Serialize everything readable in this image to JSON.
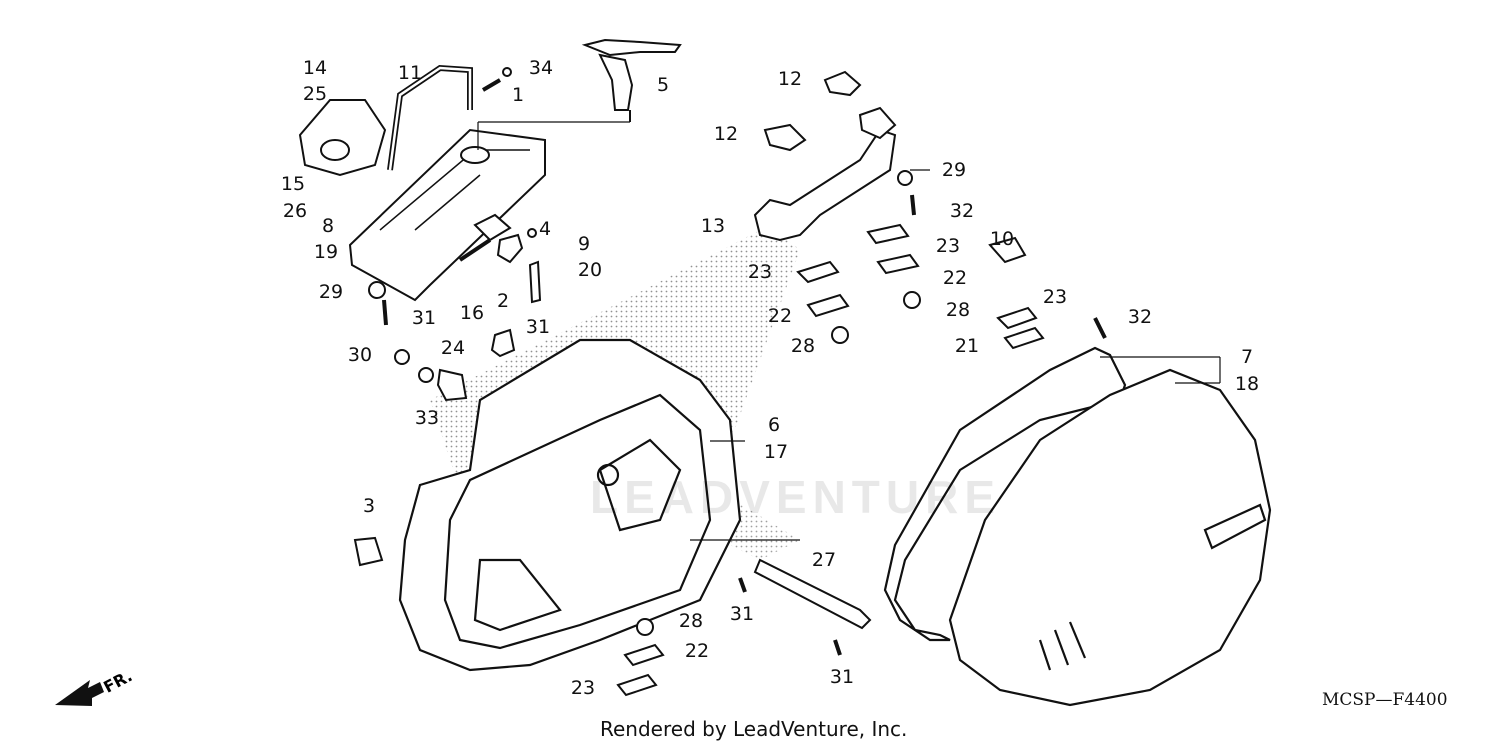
{
  "diagram": {
    "diagram_code": "MCSP—F4400",
    "credit": "Rendered by LeadVenture, Inc.",
    "watermark": "LEADVENTURE",
    "direction_label": "FR.",
    "callouts": {
      "c14": "14",
      "c25": "25",
      "c11": "11",
      "c34": "34",
      "c1": "1",
      "c5": "5",
      "c15": "15",
      "c26": "26",
      "c8": "8",
      "c19": "19",
      "c4": "4",
      "c9": "9",
      "c20": "20",
      "c29a": "29",
      "c31a": "31",
      "c16": "16",
      "c2": "2",
      "c31b": "31",
      "c30": "30",
      "c24": "24",
      "c33": "33",
      "c3": "3",
      "c6": "6",
      "c17": "17",
      "c12a": "12",
      "c12b": "12",
      "c13": "13",
      "c29b": "29",
      "c32a": "32",
      "c23a": "23",
      "c23b": "23",
      "c22a": "22",
      "c22b": "22",
      "c28a": "28",
      "c28b": "28",
      "c10": "10",
      "c23c": "23",
      "c32b": "32",
      "c21": "21",
      "c7": "7",
      "c18": "18",
      "c27": "27",
      "c31c": "31",
      "c31d": "31",
      "c28c": "28",
      "c22c": "22",
      "c23d": "23"
    }
  }
}
